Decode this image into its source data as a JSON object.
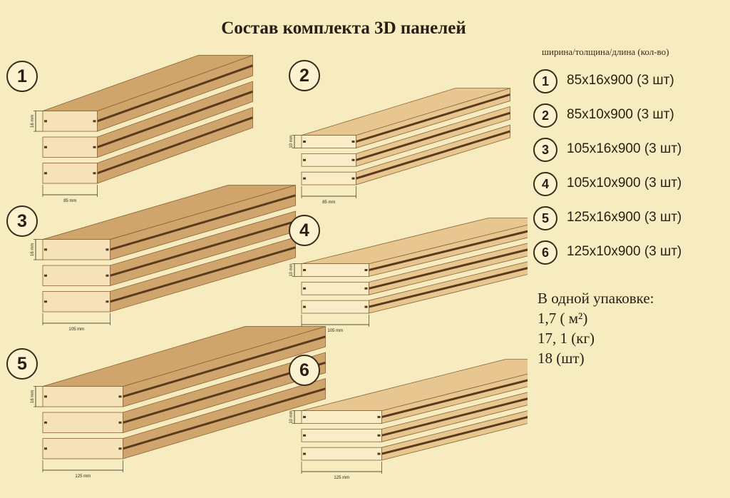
{
  "title": "Состав комплекта 3D панелей",
  "legend": {
    "header": "ширина/толщина/длина (кол-во)",
    "items": [
      {
        "num": "1",
        "text": "85x16x900 (3 шт)"
      },
      {
        "num": "2",
        "text": "85x10x900 (3 шт)"
      },
      {
        "num": "3",
        "text": "105x16x900 (3 шт)"
      },
      {
        "num": "4",
        "text": "105x10x900 (3 шт)"
      },
      {
        "num": "5",
        "text": "125x16x900 (3 шт)"
      },
      {
        "num": "6",
        "text": "125x10x900 (3 шт)"
      }
    ]
  },
  "package": {
    "heading": "В одной упаковке:",
    "area": "1,7 ( м²)",
    "weight": "17, 1 (кг)",
    "count": "18 (шт)"
  },
  "panels": [
    {
      "num": "1",
      "width_label": "85 mm",
      "thickness_label": "16 mm",
      "width_mm": 85,
      "thickness_mm": 16,
      "length_mm": 900,
      "boards": 3
    },
    {
      "num": "2",
      "width_label": "85 mm",
      "thickness_label": "10 mm",
      "width_mm": 85,
      "thickness_mm": 10,
      "length_mm": 900,
      "boards": 3
    },
    {
      "num": "3",
      "width_label": "105 mm",
      "thickness_label": "16 mm",
      "width_mm": 105,
      "thickness_mm": 16,
      "length_mm": 900,
      "boards": 3
    },
    {
      "num": "4",
      "width_label": "105 mm",
      "thickness_label": "10 mm",
      "width_mm": 105,
      "thickness_mm": 10,
      "length_mm": 900,
      "boards": 3
    },
    {
      "num": "5",
      "width_label": "125 mm",
      "thickness_label": "16 mm",
      "width_mm": 125,
      "thickness_mm": 16,
      "length_mm": 900,
      "boards": 3
    },
    {
      "num": "6",
      "width_label": "125 mm",
      "thickness_label": "10 mm",
      "width_mm": 125,
      "thickness_mm": 10,
      "length_mm": 900,
      "boards": 3
    }
  ],
  "colors": {
    "background": "#f7ecc0",
    "wood_top": "#cfa56c",
    "wood_top_light": "#e8c68f",
    "wood_front": "#f6e2b8",
    "wood_front_light": "#fbecc8",
    "groove": "#5a3a1c",
    "edge": "#8a6236",
    "text": "#2a1e12"
  }
}
